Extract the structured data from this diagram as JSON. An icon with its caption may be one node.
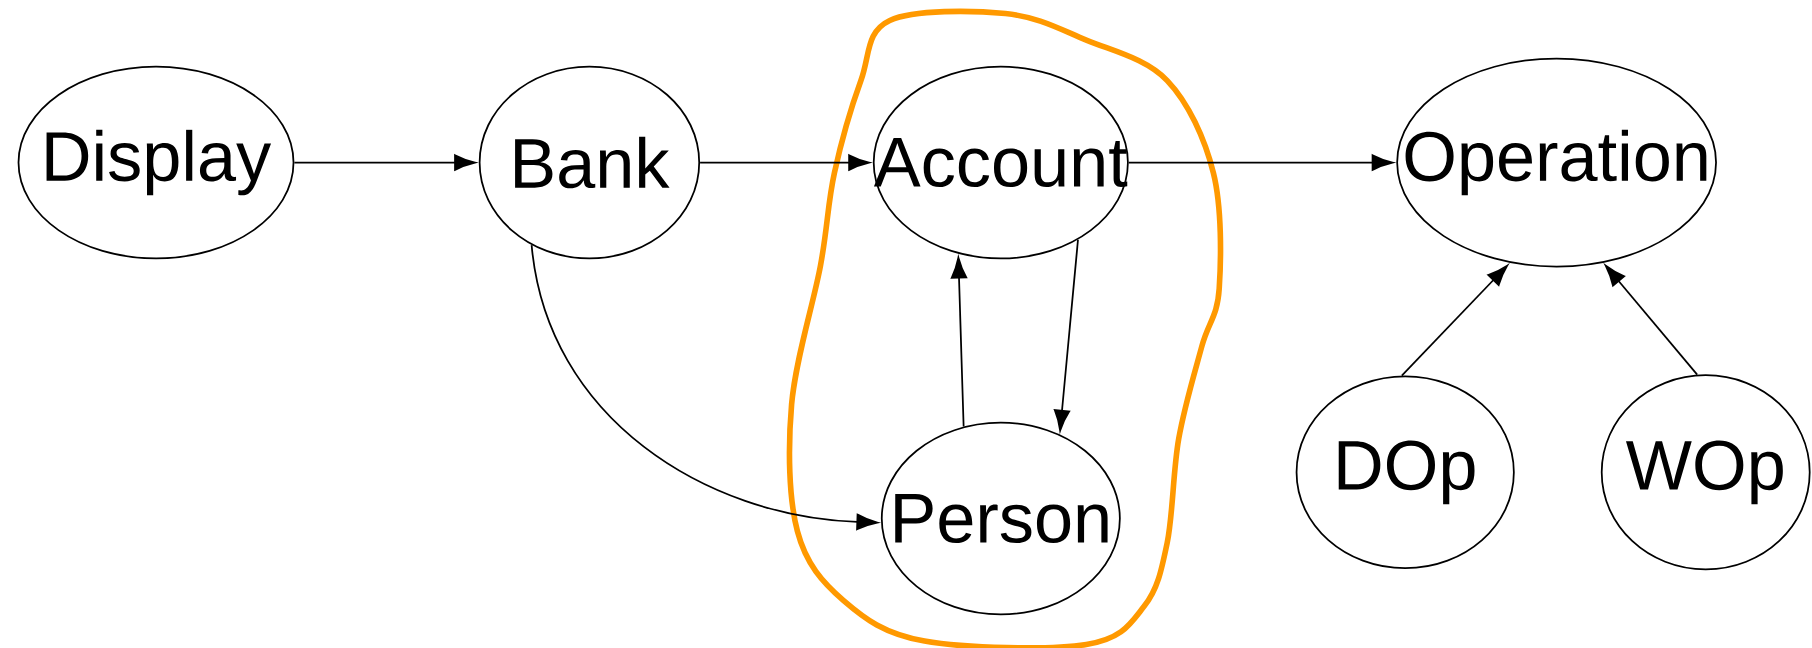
{
  "diagram": {
    "nodes": [
      {
        "text": [
          "Display"
        ]
      },
      {
        "text": [
          "Bank"
        ]
      },
      {
        "text": [],
        "shape": "loop"
      },
      {
        "text": [
          "Account"
        ],
        "in": 2
      },
      {
        "text": [
          "Person"
        ],
        "in": 2
      },
      {
        "text": [
          "Operation"
        ]
      },
      {
        "text": [
          "DOp"
        ]
      },
      {
        "text": [
          "WOp"
        ]
      }
    ],
    "edges": [
      {
        "from": 0,
        "to": 1,
        "arrow": "to"
      },
      {
        "from": 1,
        "to": 3,
        "arrow": "to"
      },
      {
        "from": 3,
        "to": 5,
        "arrow": "to"
      },
      {
        "from": 1,
        "to": 4,
        "arrow": "to"
      },
      {
        "from": 4,
        "to": 3,
        "arrow": "to"
      },
      {
        "from": 3,
        "to": 4,
        "arrow": "to"
      },
      {
        "from": 6,
        "to": 5,
        "arrow": "to"
      },
      {
        "from": 7,
        "to": 5,
        "arrow": "to"
      }
    ]
  }
}
